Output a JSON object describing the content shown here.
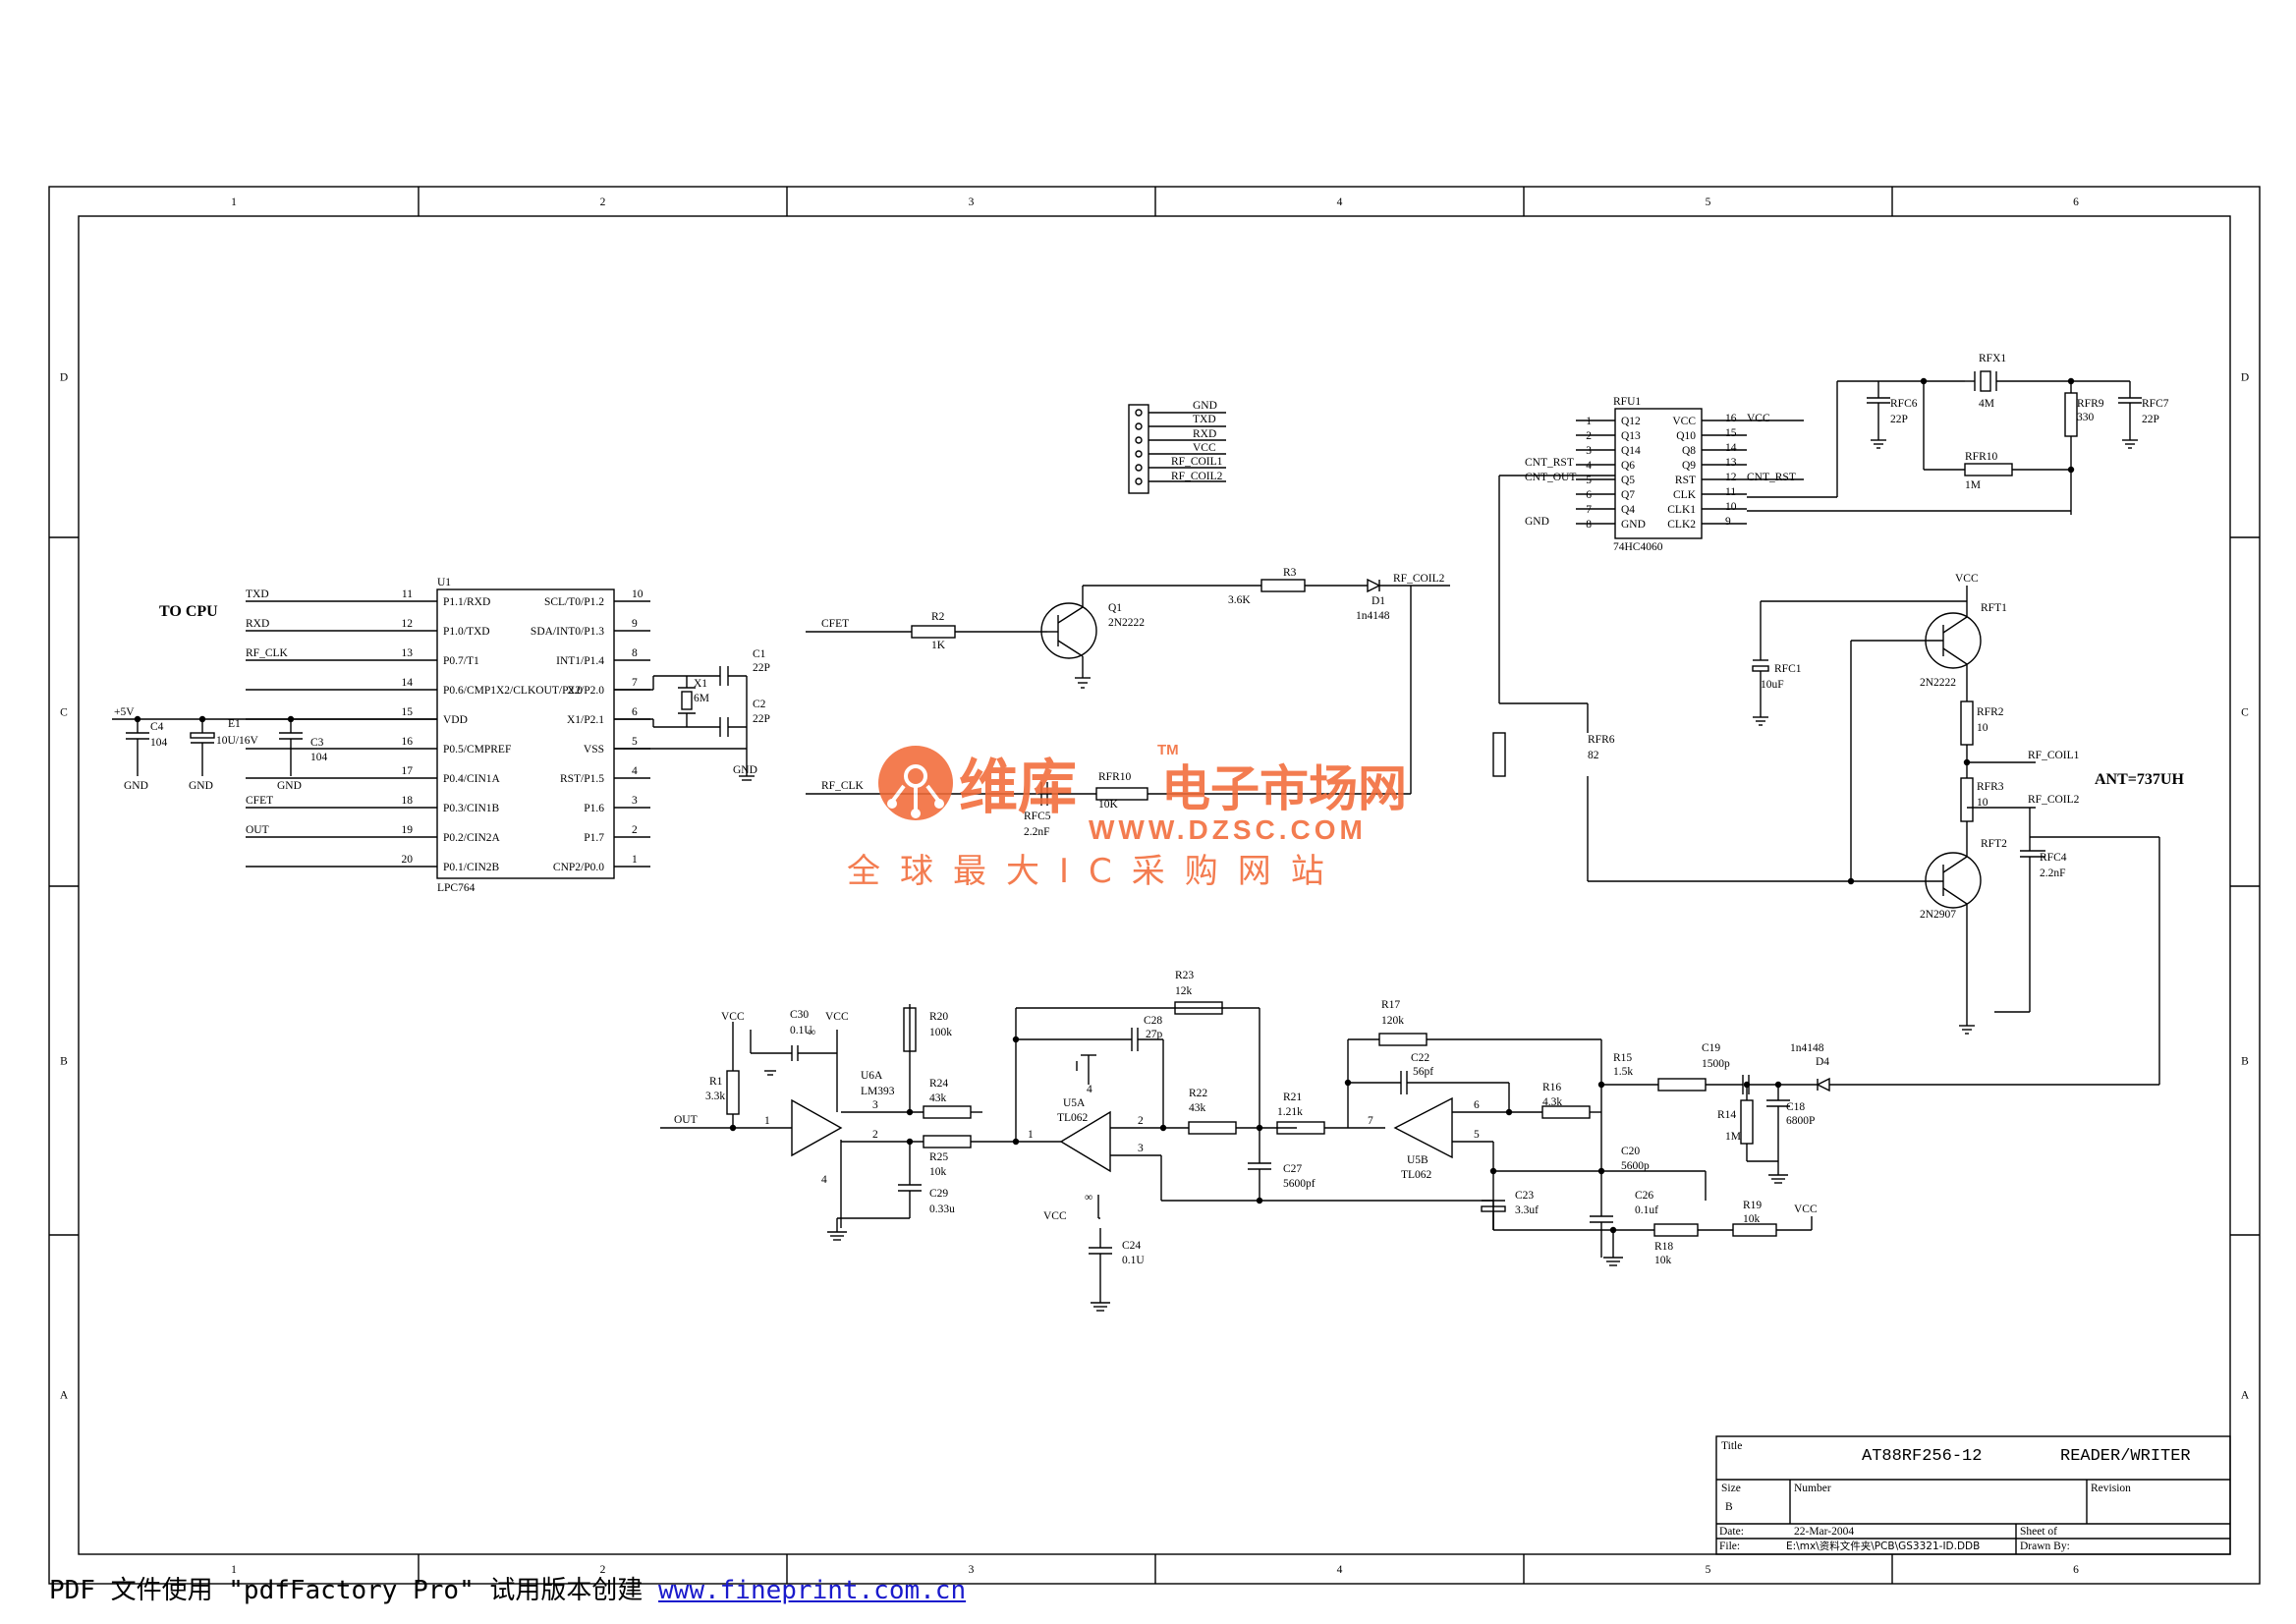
{
  "frame": {
    "columns": [
      "1",
      "2",
      "3",
      "4",
      "5",
      "6"
    ],
    "rows": [
      "D",
      "C",
      "B",
      "A"
    ]
  },
  "title_block": {
    "title_label": "Title",
    "title_value": "AT88RF256-12",
    "title_value2": "READER/WRITER",
    "size_label": "Size",
    "size_value": "B",
    "number_label": "Number",
    "revision_label": "Revision",
    "date_label": "Date:",
    "date_value": "22-Mar-2004",
    "sheet_label": "Sheet    of",
    "file_label": "File:",
    "file_value": "E:\\mx\\资料文件夹\\PCB\\GS3321-ID.DDB",
    "drawn_label": "Drawn By:"
  },
  "watermark": {
    "brand": "维库",
    "tm": "TM",
    "title": "电子市场网",
    "url": "WWW.DZSC.COM",
    "slogan": "全球最大IC采购网站"
  },
  "footer": {
    "text": "PDF 文件使用 \"pdfFactory Pro\" 试用版本创建 ",
    "link": "www.fineprint.com.cn"
  },
  "schematic": {
    "to_cpu": "TO CPU",
    "antenna": "ANT=737UH",
    "connector_pins": [
      "GND",
      "TXD",
      "RXD",
      "VCC",
      "RF_COIL1",
      "RF_COIL2"
    ],
    "u1": {
      "ref": "U1",
      "part": "LPC764",
      "left_pins": [
        {
          "num": "11",
          "name": "P1.1/RXD",
          "net": "TXD"
        },
        {
          "num": "12",
          "name": "P1.0/TXD",
          "net": "RXD"
        },
        {
          "num": "13",
          "name": "P0.7/T1",
          "net": "RF_CLK"
        },
        {
          "num": "14",
          "name": "P0.6/CMP1X2/CLKOUT/P2.0",
          "net": ""
        },
        {
          "num": "15",
          "name": "VDD",
          "net": "+5V"
        },
        {
          "num": "16",
          "name": "P0.5/CMPREF",
          "net": ""
        },
        {
          "num": "17",
          "name": "P0.4/CIN1A",
          "net": ""
        },
        {
          "num": "18",
          "name": "P0.3/CIN1B",
          "net": "CFET"
        },
        {
          "num": "19",
          "name": "P0.2/CIN2A",
          "net": "OUT"
        },
        {
          "num": "20",
          "name": "P0.1/CIN2B",
          "net": ""
        }
      ],
      "right_pins": [
        {
          "num": "10",
          "name": "SCL/T0/P1.2"
        },
        {
          "num": "9",
          "name": "SDA/INT0/P1.3"
        },
        {
          "num": "8",
          "name": "INT1/P1.4"
        },
        {
          "num": "7",
          "name": "X2/P2.0"
        },
        {
          "num": "6",
          "name": "X1/P2.1"
        },
        {
          "num": "5",
          "name": "VSS"
        },
        {
          "num": "4",
          "name": "RST/P1.5"
        },
        {
          "num": "3",
          "name": "P1.6"
        },
        {
          "num": "2",
          "name": "P1.7"
        },
        {
          "num": "1",
          "name": "CNP2/P0.0"
        }
      ]
    },
    "rfu1": {
      "ref": "RFU1",
      "part": "74HC4060",
      "left_pins": [
        {
          "num": "1",
          "name": "Q12",
          "net": ""
        },
        {
          "num": "2",
          "name": "Q13",
          "net": ""
        },
        {
          "num": "3",
          "name": "Q14",
          "net": ""
        },
        {
          "num": "4",
          "name": "Q6",
          "net": "CNT_RST"
        },
        {
          "num": "5",
          "name": "Q5",
          "net": "CNT_OUT"
        },
        {
          "num": "6",
          "name": "Q7",
          "net": ""
        },
        {
          "num": "7",
          "name": "Q4",
          "net": ""
        },
        {
          "num": "8",
          "name": "GND",
          "net": "GND"
        }
      ],
      "right_pins": [
        {
          "num": "16",
          "name": "VCC",
          "net": "VCC"
        },
        {
          "num": "15",
          "name": "Q10",
          "net": ""
        },
        {
          "num": "14",
          "name": "Q8",
          "net": ""
        },
        {
          "num": "13",
          "name": "Q9",
          "net": ""
        },
        {
          "num": "12",
          "name": "RST",
          "net": "CNT_RST"
        },
        {
          "num": "11",
          "name": "CLK",
          "net": ""
        },
        {
          "num": "10",
          "name": "CLK1",
          "net": ""
        },
        {
          "num": "9",
          "name": "CLK2",
          "net": ""
        }
      ]
    },
    "labels": {
      "c1": "C1",
      "c1v": "22P",
      "c2": "C2",
      "c2v": "22P",
      "x1": "X1",
      "x1v": "6M",
      "c4": "C4",
      "c4v": "104",
      "e1": "E1",
      "e1v": "10U/16V",
      "c3": "C3",
      "c3v": "104",
      "plus5v": "+5V",
      "gnd": "GND",
      "cfet": "CFET",
      "r2": "R2",
      "r2v": "1K",
      "q1": "Q1",
      "q1v": "2N2222",
      "r3": "R3",
      "r3v": "3.6K",
      "d1": "D1",
      "d1v": "1n4148",
      "rfcoil2": "RF_COIL2",
      "rfclk": "RF_CLK",
      "rfr10": "RFR10",
      "rfr10v": "10K",
      "rfc5": "RFC5",
      "rfc5v": "2.2nF",
      "rfx1": "RFX1",
      "rfx1v": "4M",
      "rfc6": "RFC6",
      "rfc6v": "22P",
      "rfr9": "RFR9",
      "rfr9v": "330",
      "rfc7": "RFC7",
      "rfc7v": "22P",
      "rfr10b": "RFR10",
      "rfr10bv": "1M",
      "vcc": "VCC",
      "rft1": "RFT1",
      "rft1v": "2N2222",
      "rfc1": "RFC1",
      "rfc1v": "10uF",
      "rfr2": "RFR2",
      "rfr2v": "10",
      "rfcoil1": "RF_COIL1",
      "rfr3": "RFR3",
      "rfr3v": "10",
      "rfcoil2b": "RF_COIL2",
      "rfr6": "RFR6",
      "rfr6v": "82",
      "rft2": "RFT2",
      "rft2v": "2N2907",
      "rfc4": "RFC4",
      "rfc4v": "2.2nF",
      "c30": "C30",
      "c30v": "0.1U",
      "r1": "R1",
      "r1v": "3.3k",
      "out": "OUT",
      "u6a": "U6A",
      "u6av": "LM393",
      "r20": "R20",
      "r20v": "100k",
      "r24": "R24",
      "r24v": "43k",
      "r25": "R25",
      "r25v": "10k",
      "c29": "C29",
      "c29v": "0.33u",
      "r23": "R23",
      "r23v": "12k",
      "c28": "C28",
      "c28v": "27p",
      "u5a": "U5A",
      "u5av": "TL062",
      "r22": "R22",
      "r22v": "43k",
      "c24": "C24",
      "c24v": "0.1U",
      "r21": "R21",
      "r21v": "1.21k",
      "c27": "C27",
      "c27v": "5600pf",
      "r17": "R17",
      "r17v": "120k",
      "c22": "C22",
      "c22v": "56pf",
      "u5b": "U5B",
      "u5bv": "TL062",
      "r16": "R16",
      "r16v": "4.3k",
      "c23": "C23",
      "c23v": "3.3uf",
      "c20": "C20",
      "c20v": "5600p",
      "c26": "C26",
      "c26v": "0.1uf",
      "r18": "R18",
      "r18v": "10k",
      "r19": "R19",
      "r19v": "10k",
      "r15": "R15",
      "r15v": "1.5k",
      "c19": "C19",
      "c19v": "1500p",
      "r14": "R14",
      "r14v": "1M",
      "c18": "C18",
      "c18v": "6800P",
      "d4": "D4",
      "d4v": "1n4148",
      "p1": "1",
      "p2": "2",
      "p3": "3",
      "p4": "4",
      "p5": "5",
      "p6": "6",
      "p7": "7",
      "p8": "8",
      "inf": "∞"
    }
  }
}
